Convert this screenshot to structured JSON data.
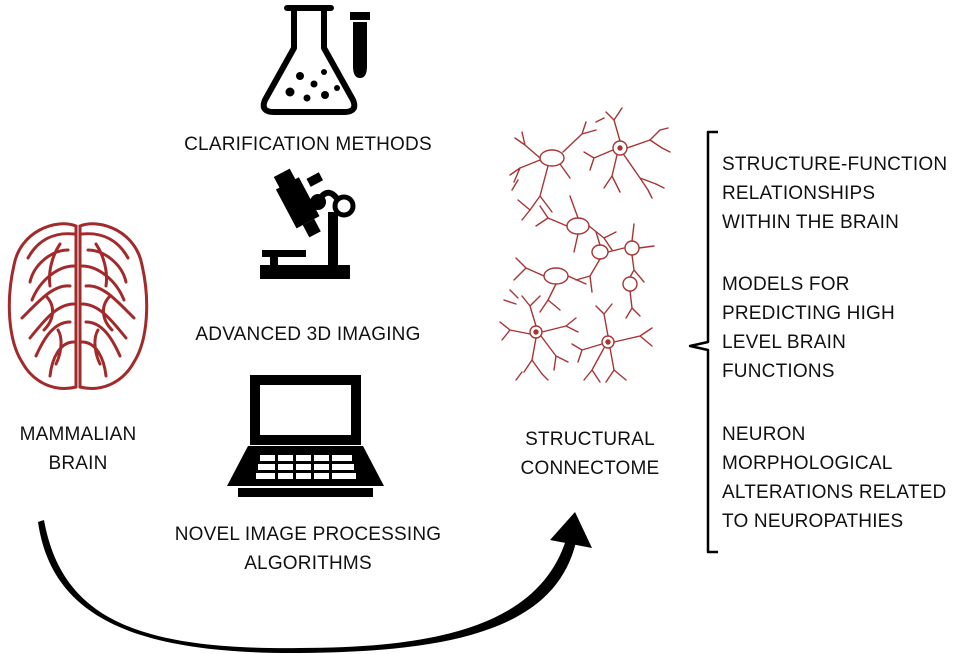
{
  "colors": {
    "brain": "#a32a2a",
    "neuron": "#a83434",
    "ink": "#000000",
    "text": "#111111"
  },
  "icons": {
    "flask": "flask-icon",
    "test_tube": "test-tube-icon",
    "microscope": "microscope-icon",
    "laptop": "laptop-icon",
    "brain": "brain-icon",
    "neurons": "neuron-network-icon"
  },
  "labels": {
    "clarification": "CLARIFICATION METHODS",
    "imaging": "ADVANCED 3D IMAGING",
    "processing": [
      "NOVEL IMAGE PROCESSING",
      "ALGORITHMS"
    ],
    "brain": [
      "MAMMALIAN",
      "BRAIN"
    ],
    "connectome": [
      "STRUCTURAL",
      "CONNECTOME"
    ]
  },
  "outcomes": [
    [
      "STRUCTURE-FUNCTION",
      "RELATIONSHIPS",
      "WITHIN THE BRAIN"
    ],
    [
      "MODELS FOR",
      "PREDICTING HIGH",
      "LEVEL BRAIN",
      "FUNCTIONS"
    ],
    [
      "NEURON",
      "MORPHOLOGICAL",
      "ALTERATIONS RELATED",
      "TO NEUROPATHIES"
    ]
  ]
}
